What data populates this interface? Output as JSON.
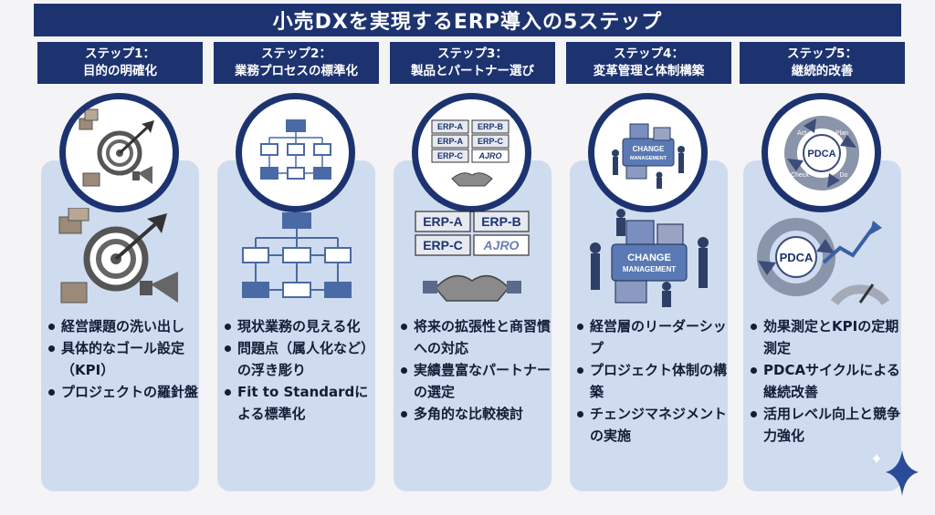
{
  "title": "小売DXを実現するERP導入の5ステップ",
  "steps": [
    {
      "label_line1": "ステップ1：",
      "label_line2": "目的の明確化",
      "icon": "target-icon",
      "bullets": [
        "経営課題の洗い出し",
        "具体的なゴール設定（KPI）",
        "プロジェクトの羅針盤"
      ]
    },
    {
      "label_line1": "ステップ2：",
      "label_line2": "業務プロセスの標準化",
      "icon": "flowchart-icon",
      "bullets": [
        "現状業務の見える化",
        "問題点（属人化など）の浮き彫り",
        "Fit to Standardによる標準化"
      ]
    },
    {
      "label_line1": "ステップ3：",
      "label_line2": "製品とパートナー選び",
      "icon": "erp-handshake-icon",
      "erp_labels": [
        "ERP-A",
        "ERP-B",
        "ERP-C",
        "AJRO"
      ],
      "erp_ring_labels": [
        "ERP-A",
        "ERP-B",
        "ERP-A",
        "ERP-C",
        "ERP-C",
        "AJRO"
      ],
      "bullets": [
        "将来の拡張性と商習慣への対応",
        "実績豊富なパートナーの選定",
        "多角的な比較検討"
      ]
    },
    {
      "label_line1": "ステップ4：",
      "label_line2": "変革管理と体制構築",
      "icon": "change-management-icon",
      "puzzle_text": [
        "CHANGE",
        "MANAGEMENT"
      ],
      "bullets": [
        "経営層のリーダーシップ",
        "プロジェクト体制の構築",
        "チェンジマネジメントの実施"
      ]
    },
    {
      "label_line1": "ステップ5：",
      "label_line2": "継続的改善",
      "icon": "pdca-cycle-icon",
      "pdca_center": "PDCA",
      "pdca_labels": [
        "Act",
        "Plan",
        "Check",
        "Do"
      ],
      "bullets": [
        "効果測定とKPIの定期測定",
        "PDCAサイクルによる継続改善",
        "活用レベル向上と競争力強化"
      ]
    }
  ],
  "colors": {
    "navy": "#1d3370",
    "card": "#cfdcef",
    "accent": "#4a6aa5"
  }
}
